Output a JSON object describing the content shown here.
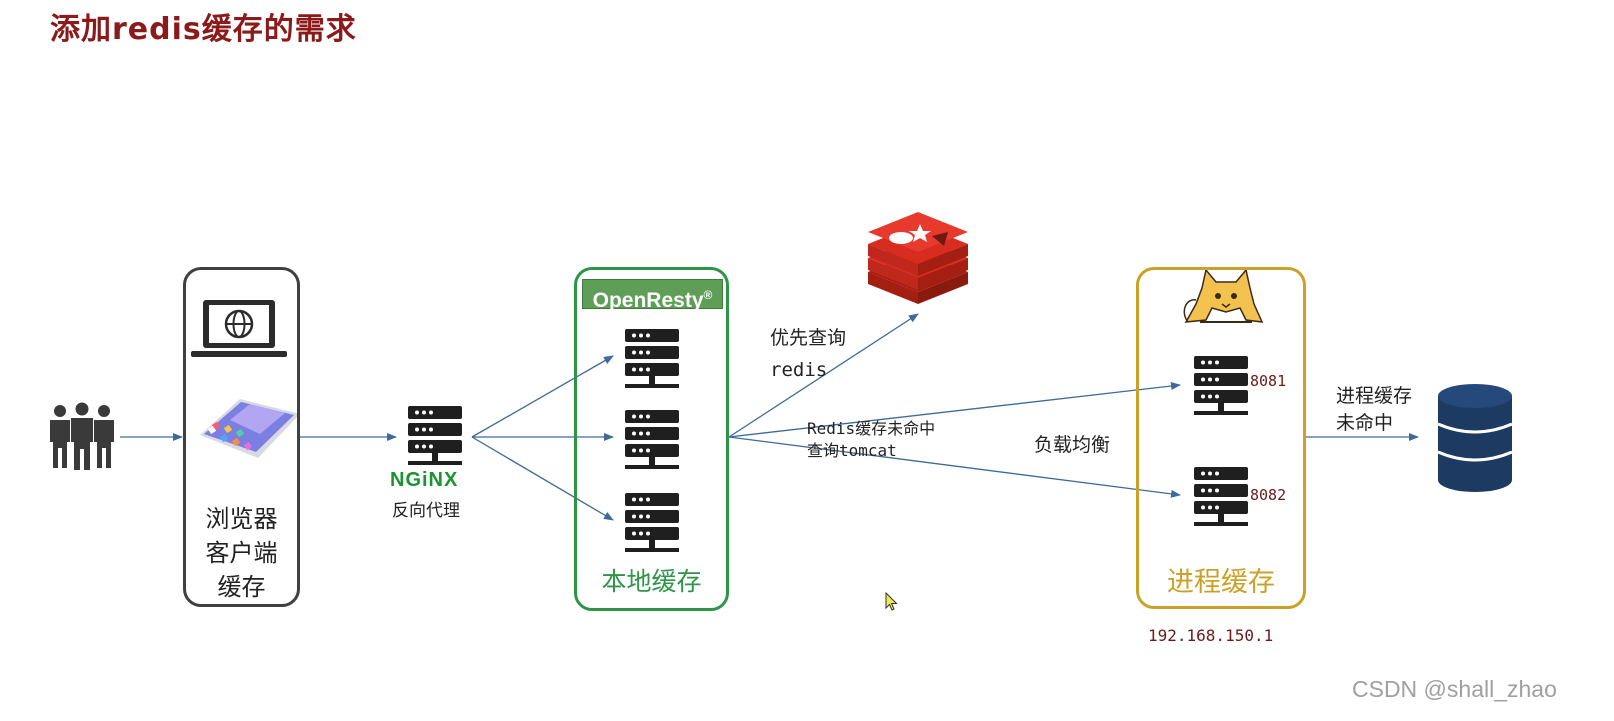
{
  "title": "添加redis缓存的需求",
  "browser": {
    "label_lines": [
      "浏览器",
      "客户端",
      "缓存"
    ]
  },
  "nginx": {
    "logo": "NGiNX",
    "caption": "反向代理"
  },
  "openresty": {
    "badge": "OpenResty",
    "badge_mark": "®",
    "label": "本地缓存"
  },
  "redis_query": {
    "lines": [
      "优先查询",
      "redis"
    ]
  },
  "redis_miss": {
    "lines": [
      "Redis缓存未命中",
      "查询tomcat"
    ]
  },
  "load_balance": "负载均衡",
  "tomcat": {
    "label": "进程缓存",
    "ports": [
      "8081",
      "8082"
    ],
    "ip": "192.168.150.1"
  },
  "process_miss": {
    "lines": [
      "进程缓存",
      "未命中"
    ]
  },
  "watermark": "CSDN @shall_zhao",
  "icons": {
    "users": "users-icon",
    "laptop": "laptop-globe-icon",
    "phone": "smartphone-icon",
    "server": "server-icon",
    "redis": "redis-logo-icon",
    "tomcat": "tomcat-cat-icon",
    "database": "database-icon",
    "cursor": "mouse-cursor-icon"
  },
  "colors": {
    "title": "#8b1a1a",
    "arrow": "#3d6a9a",
    "openresty_green": "#2e9448",
    "tomcat_gold": "#c9a227",
    "redis_red": "#d82c20",
    "database_navy": "#1d3a63"
  }
}
